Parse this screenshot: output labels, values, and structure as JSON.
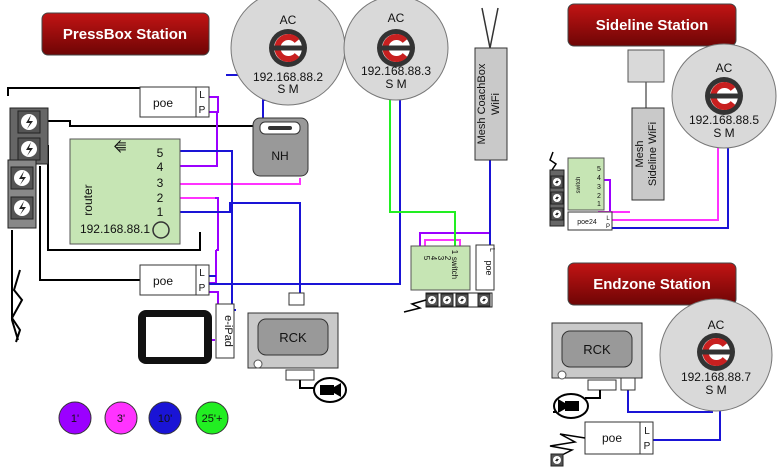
{
  "stations": {
    "pressbox": "PressBox Station",
    "sideline": "Sideline Station",
    "endzone": "Endzone Station"
  },
  "ap": {
    "label": "AC",
    "ports": "S M",
    "ap1_ip": "192.168.88.2",
    "ap2_ip": "192.168.88.3",
    "ap3_ip": "192.168.88.5",
    "ap4_ip": "192.168.88.7"
  },
  "poe": {
    "label": "poe",
    "l": "L",
    "p": "P",
    "small_label": "poe24"
  },
  "router": {
    "label": "router",
    "ip": "192.168.88.1",
    "ports": [
      "5",
      "4",
      "3",
      "2",
      "1"
    ]
  },
  "nh": "NH",
  "rck": "RCK",
  "eipad": "e-iPad",
  "switch": {
    "label": "switch",
    "ports": [
      "5",
      "4",
      "3",
      "2",
      "1"
    ],
    "small_ports": [
      "5",
      "4",
      "3",
      "2",
      "1"
    ]
  },
  "mesh_coachbox": {
    "line1": "Mesh CoachBox",
    "line2": "WiFi"
  },
  "mesh_sideline": {
    "line1": "Mesh",
    "line2": "Sideline WiFi"
  },
  "legend": [
    {
      "label": "1'",
      "color": "#9b00ff"
    },
    {
      "label": "3'",
      "color": "#ff33ff"
    },
    {
      "label": "10'",
      "color": "#1a14d6"
    },
    {
      "label": "25'+",
      "color": "#22ee22"
    }
  ],
  "colors": {
    "station_header": "#a50a0a",
    "device_green": "#c6e5b4",
    "device_gray": "#c9c9c9",
    "ap_body": "#d9d9d9",
    "cable_purple": "#9b00ff",
    "cable_magenta": "#ff33ff",
    "cable_blue": "#1a14d6",
    "cable_green": "#22ee22"
  }
}
